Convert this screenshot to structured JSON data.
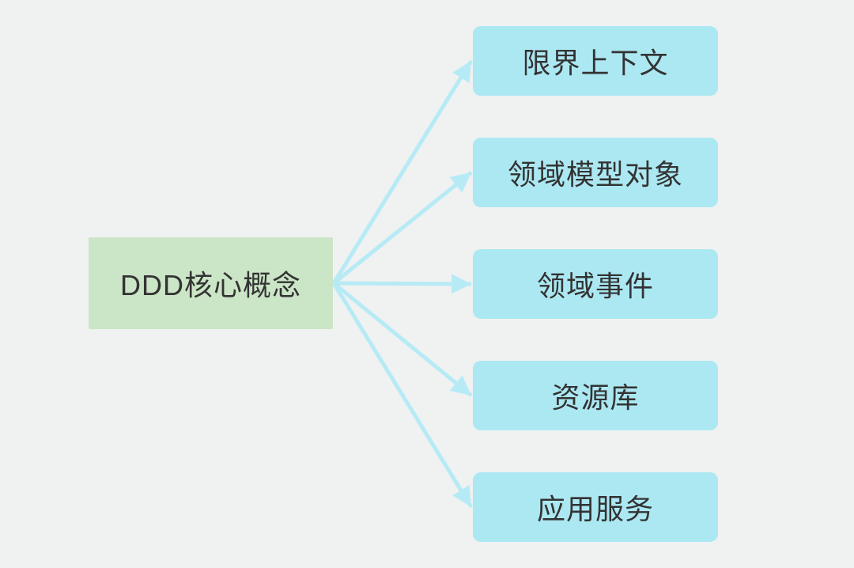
{
  "diagram": {
    "type": "mindmap",
    "root": {
      "label": "DDD核心概念"
    },
    "children": [
      {
        "label": "限界上下文"
      },
      {
        "label": "领域模型对象"
      },
      {
        "label": "领域事件"
      },
      {
        "label": "资源库"
      },
      {
        "label": "应用服务"
      }
    ],
    "connections": [
      {
        "from": "DDD核心概念",
        "to": "限界上下文"
      },
      {
        "from": "DDD核心概念",
        "to": "领域模型对象"
      },
      {
        "from": "DDD核心概念",
        "to": "领域事件"
      },
      {
        "from": "DDD核心概念",
        "to": "资源库"
      },
      {
        "from": "DDD核心概念",
        "to": "应用服务"
      }
    ]
  },
  "colors": {
    "background": "#f0f1f1",
    "root_node": "#cbe6c6",
    "child_node": "#ace8f2",
    "arrow": "#b6ebf5",
    "text": "#333333"
  }
}
